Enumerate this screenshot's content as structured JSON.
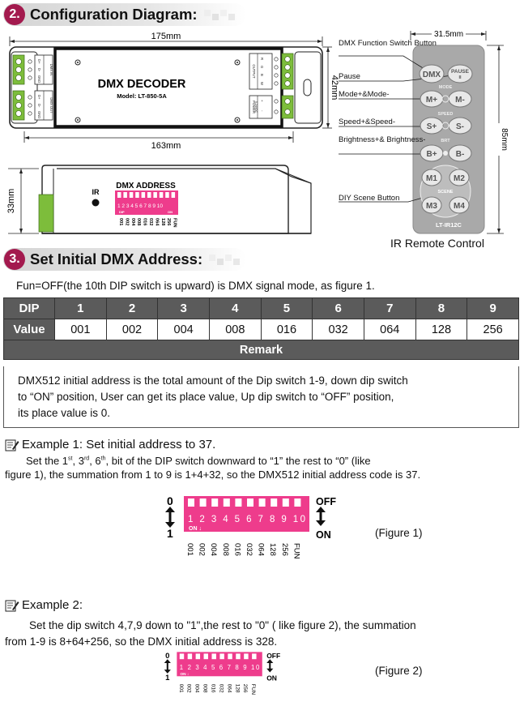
{
  "section2": {
    "number": "2.",
    "title": "Configuration Diagram:"
  },
  "diagram": {
    "width_175": "175mm",
    "width_163": "163mm",
    "height_42": "42mm",
    "height_33": "33mm",
    "decoder_title": "DMX DECODER",
    "decoder_model": "Model: LT-850-5A",
    "left_labels_top": [
      "D+",
      "D-",
      "GND"
    ],
    "left_labels_top_title": "DMX IN",
    "left_labels_bottom": [
      "D+",
      "D-",
      "GND"
    ],
    "left_labels_bottom_title": "DMX OUT",
    "right_labels_top": [
      "R",
      "G",
      "B",
      "W"
    ],
    "right_labels_top_title": "OUTPUT",
    "right_labels_bottom": [
      "+",
      "-"
    ],
    "right_labels_bottom_title": "POWER",
    "right_labels_bottom_sub": "5-24VDC",
    "ir_label": "IR",
    "dmx_address": "DMX ADDRESS",
    "dip_numbers": "1 2 3 4 5 6 7 8 9 10",
    "dip_on": "ON",
    "dip_dip": "DIP",
    "dip_values": [
      "001",
      "002",
      "004",
      "008",
      "016",
      "032",
      "064",
      "128",
      "256",
      "FUN"
    ]
  },
  "remote": {
    "width": "31.5mm",
    "height": "85mm",
    "callouts": [
      "DMX Function Switch Button",
      "Pause",
      "Mode+&Mode-",
      "Speed+&Speed-",
      "Brightness+& Brightness-",
      "DIY Scene Button"
    ],
    "buttons": {
      "dmx": "DMX",
      "pause": "PAUSE",
      "pause_sub": "II",
      "mode_label": "MODE",
      "mode_plus": "M+",
      "mode_minus": "M-",
      "speed_label": "SPEED",
      "speed_plus": "S+",
      "speed_minus": "S-",
      "brt_label": "BRT",
      "brt_plus": "B+",
      "brt_minus": "B-",
      "m1": "M1",
      "m2": "M2",
      "scene_label": "SCENE",
      "m3": "M3",
      "m4": "M4"
    },
    "model": "LT-IR12C",
    "caption": "IR Remote Control"
  },
  "section3": {
    "number": "3.",
    "title": "Set Initial DMX Address:"
  },
  "intro": "Fun=OFF(the 10th DIP switch is upward) is DMX signal mode, as figure 1.",
  "table": {
    "dip_header": "DIP",
    "dips": [
      "1",
      "2",
      "3",
      "4",
      "5",
      "6",
      "7",
      "8",
      "9"
    ],
    "value_header": "Value",
    "values": [
      "001",
      "002",
      "004",
      "008",
      "016",
      "032",
      "064",
      "128",
      "256"
    ],
    "remark_header": "Remark"
  },
  "remark": [
    "DMX512 initial address is the total amount of the Dip switch 1-9, down dip switch",
    "to “ON” position, User can get its place value, Up dip switch to “OFF” position,",
    "its place value is 0."
  ],
  "example1": {
    "title": "Example 1: Set initial address to 37.",
    "line1_a": "Set the  1",
    "sup1": "st",
    "line1_b": ", 3",
    "sup3": "rd",
    "line1_c": ",  6",
    "sup6": "th",
    "line1_d": ", bit of the DIP switch downward to “1” the rest to “0” (like",
    "line2": "figure 1), the summation from 1 to 9 is 1+4+32, so the DMX512 initial address code is 37."
  },
  "figure1": {
    "top_num": "0",
    "bottom_num": "1",
    "off": "OFF",
    "on": "ON",
    "numbers": "1 2 3 4 5 6 7 8 9 10",
    "on_small": "ON",
    "values": [
      "001",
      "002",
      "004",
      "008",
      "016",
      "032",
      "064",
      "128",
      "256",
      "FUN"
    ],
    "caption": "(Figure 1)"
  },
  "example2": {
    "title": "Example 2:",
    "line1": "Set the dip switch 4,7,9 down to \"1\",the rest to \"0\" ( like figure 2), the summation",
    "line2": "from 1-9 is 8+64+256, so the DMX initial address is 328."
  },
  "figure2": {
    "top_num": "0",
    "bottom_num": "1",
    "off": "OFF",
    "on": "ON",
    "numbers": "1 2 3 4 5 6 7 8 9 10",
    "on_small": "ON",
    "values": [
      "001",
      "002",
      "004",
      "008",
      "016",
      "032",
      "064",
      "128",
      "256",
      "FUN"
    ],
    "caption": "(Figure 2)"
  },
  "colors": {
    "accent": "#a31a4e",
    "dip_pink": "#ee3c8c",
    "green": "#7dbd3b",
    "remote_gray": "#a9a9a9",
    "header_gray": "#5b5b5b"
  }
}
